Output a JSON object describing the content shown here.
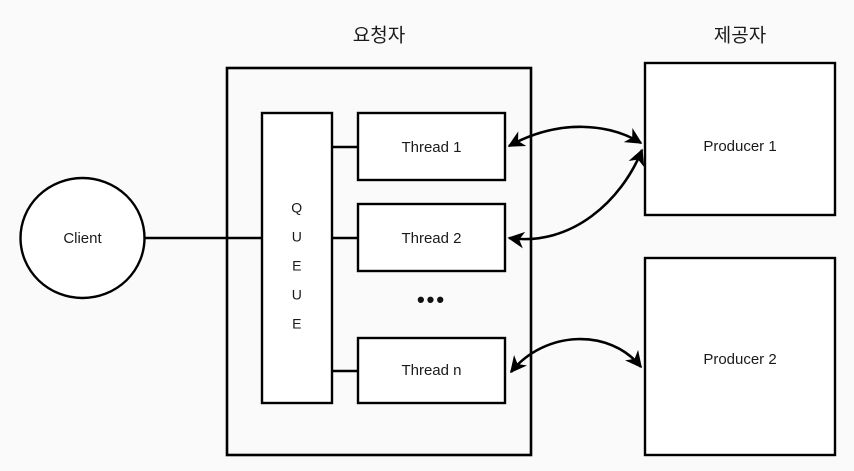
{
  "diagram": {
    "title_requester": "요청자",
    "title_provider": "제공자",
    "client": {
      "label": "Client"
    },
    "queue": {
      "label": "QUEUE",
      "chars": [
        "Q",
        "U",
        "E",
        "U",
        "E"
      ]
    },
    "threads": [
      {
        "label": "Thread 1"
      },
      {
        "label": "Thread 2"
      },
      {
        "label": "Thread n"
      }
    ],
    "ellipsis": "•••",
    "producers": [
      {
        "label": "Producer 1"
      },
      {
        "label": "Producer 2"
      }
    ],
    "colors": {
      "background": "#fafafa",
      "stroke": "#000000",
      "fill": "#ffffff",
      "text": "#1a1a1a"
    }
  }
}
